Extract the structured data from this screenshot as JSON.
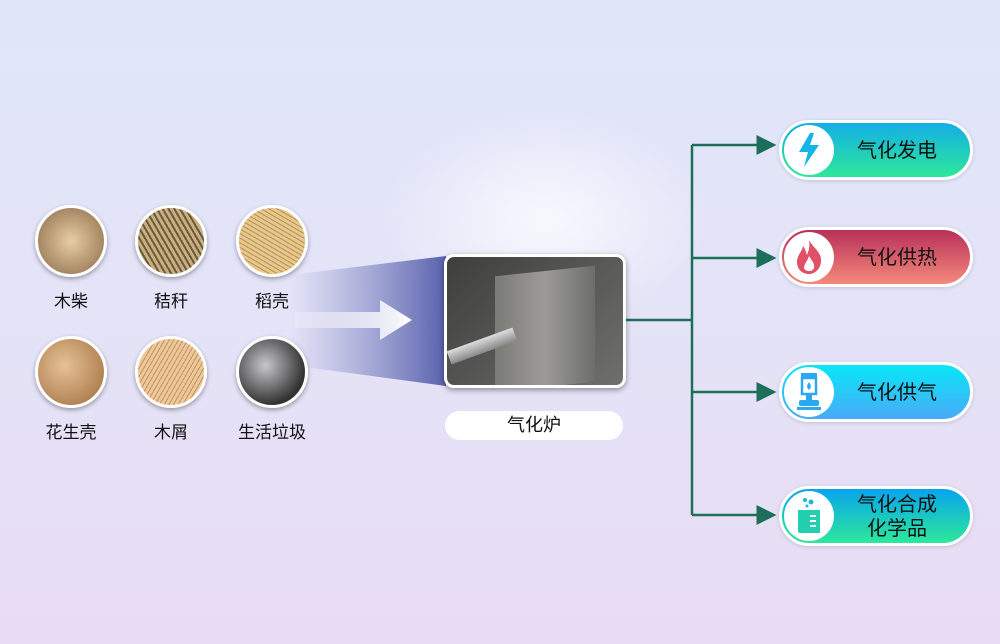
{
  "materials": [
    {
      "label": "木柴",
      "color": "#c9a47a"
    },
    {
      "label": "秸秆",
      "color": "#a08660"
    },
    {
      "label": "稻壳",
      "color": "#d9b97f"
    },
    {
      "label": "花生壳",
      "color": "#c89a6a"
    },
    {
      "label": "木屑",
      "color": "#e0b98a"
    },
    {
      "label": "生活垃圾",
      "color": "#6a6a72"
    }
  ],
  "furnace": {
    "label": "气化炉"
  },
  "outputs": [
    {
      "label": "气化发电",
      "icon": "lightning-icon",
      "gradient": [
        "#13aee6",
        "#2de89a"
      ]
    },
    {
      "label": "气化供热",
      "icon": "flame-icon",
      "gradient": [
        "#b8305a",
        "#f48a7a"
      ]
    },
    {
      "label": "气化供气",
      "icon": "gas-lamp-icon",
      "gradient": [
        "#08e6f8",
        "#4aaaf8"
      ]
    },
    {
      "label_line1": "气化合成",
      "label_line2": "化学品",
      "icon": "beaker-icon",
      "gradient": [
        "#07a4ee",
        "#2de89a"
      ]
    }
  ],
  "line_color": "#1e6f5a"
}
